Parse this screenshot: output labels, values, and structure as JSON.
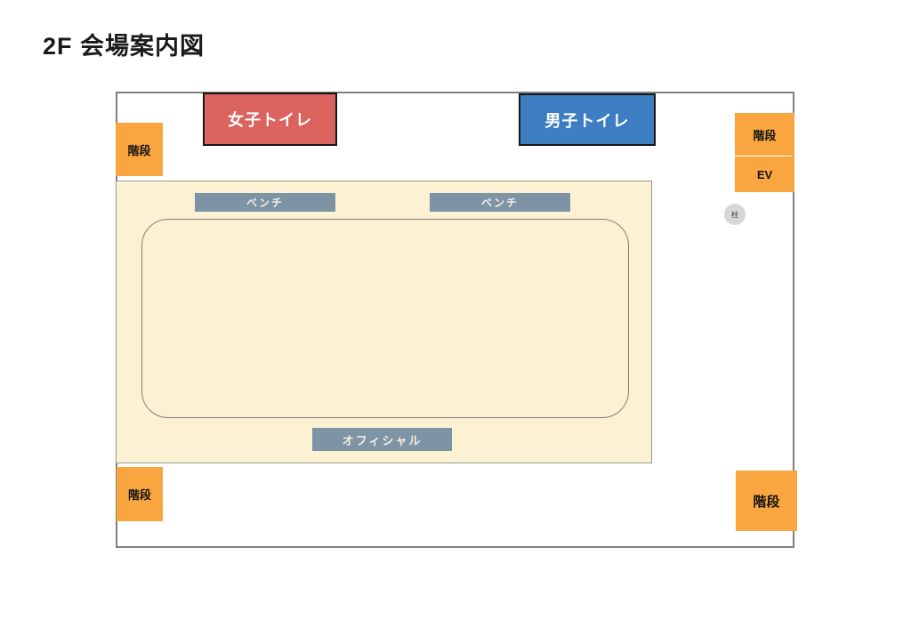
{
  "title": "2F 会場案内図",
  "colors": {
    "stairs_orange": "#F9A640",
    "womens_toilet_red": "#DB635E",
    "mens_toilet_blue": "#3D7EC2",
    "bench_slate": "#7D94A5",
    "arena_cream": "#FCF2D3",
    "pillar_gray": "#D7D7D7",
    "outline_gray": "#808080"
  },
  "floor_map": {
    "stairs_top_left": {
      "label": "階段"
    },
    "womens_toilet": {
      "label": "女子トイレ"
    },
    "mens_toilet": {
      "label": "男子トイレ"
    },
    "stairs_top_right": {
      "label": "階段"
    },
    "elevator": {
      "label": "EV"
    },
    "pillar": {
      "label": "柱"
    },
    "bench_left": {
      "label": "ベンチ"
    },
    "bench_right": {
      "label": "ベンチ"
    },
    "official_area": {
      "label": "オフィシャル"
    },
    "stairs_bottom_left": {
      "label": "階段"
    },
    "stairs_bottom_right": {
      "label": "階段"
    }
  }
}
